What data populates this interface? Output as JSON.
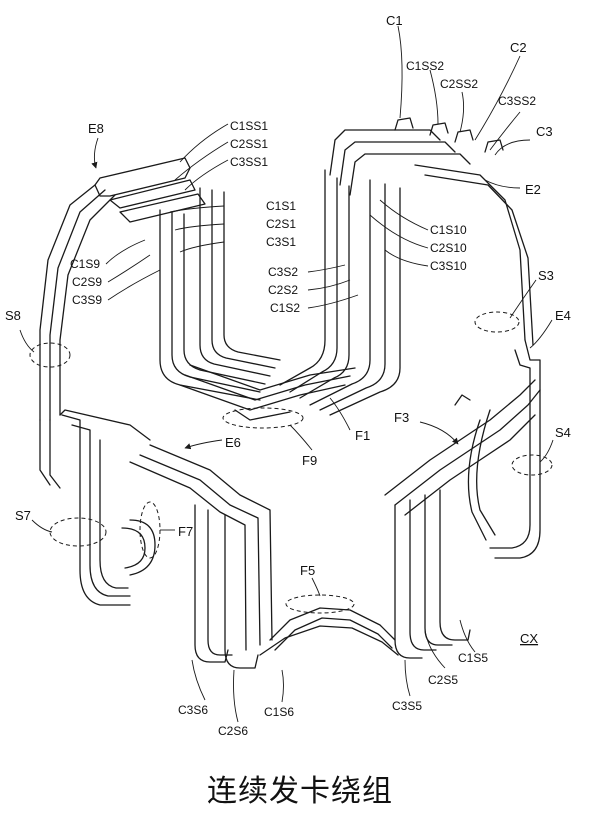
{
  "caption": "连续发卡绕组",
  "labels": {
    "C1": "C1",
    "C2": "C2",
    "C3": "C3",
    "C1SS2": "C1SS2",
    "C2SS2": "C2SS2",
    "C3SS2": "C3SS2",
    "E2": "E2",
    "E8": "E8",
    "C1SS1": "C1SS1",
    "C2SS1": "C2SS1",
    "C3SS1": "C3SS1",
    "C1S1": "C1S1",
    "C2S1": "C2S1",
    "C3S1": "C3S1",
    "C1S10": "C1S10",
    "C2S10": "C2S10",
    "C3S10": "C3S10",
    "C1S9": "C1S9",
    "C2S9": "C2S9",
    "C3S9": "C3S9",
    "C3S2": "C3S2",
    "C2S2": "C2S2",
    "C1S2": "C1S2",
    "S3": "S3",
    "S8": "S8",
    "E4": "E4",
    "F1": "F1",
    "F3": "F3",
    "F9": "F9",
    "S4": "S4",
    "E6": "E6",
    "S7": "S7",
    "F7": "F7",
    "F5": "F5",
    "CX": "CX",
    "C1S5": "C1S5",
    "C2S5": "C2S5",
    "C3S5": "C3S5",
    "C3S6": "C3S6",
    "C2S6": "C2S6",
    "C1S6": "C1S6"
  }
}
